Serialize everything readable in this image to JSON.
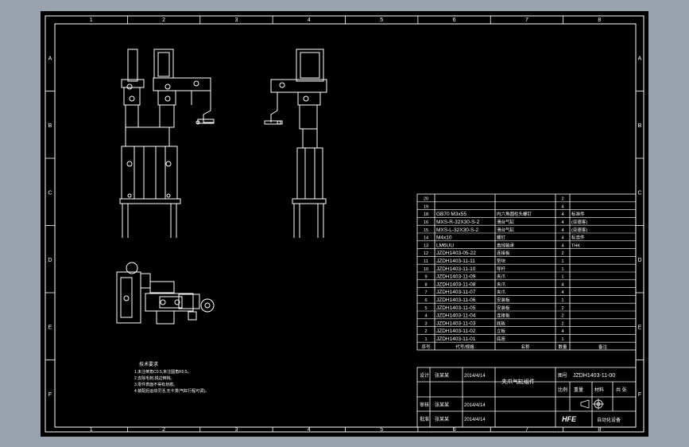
{
  "frame": {
    "columns": [
      "1",
      "2",
      "3",
      "4",
      "5",
      "6",
      "7",
      "8"
    ],
    "rows": [
      "A",
      "B",
      "C",
      "D",
      "E",
      "F"
    ]
  },
  "bom": {
    "rows": [
      {
        "no": "20",
        "code": "",
        "name": "",
        "qty": "2",
        "note": ""
      },
      {
        "no": "19",
        "code": "",
        "name": "",
        "qty": "4",
        "note": ""
      },
      {
        "no": "18",
        "code": "GB70 M3x55",
        "name": "内六角圆柱头螺钉",
        "qty": "4",
        "note": "标准件"
      },
      {
        "no": "16",
        "code": "MXS-R-32X30-S-2",
        "name": "滑台气缸",
        "qty": "4",
        "note": "(亚德客)"
      },
      {
        "no": "15",
        "code": "MXS-L-32X30-S-2",
        "name": "滑台气缸",
        "qty": "4",
        "note": "(亚德客)"
      },
      {
        "no": "14",
        "code": "M4x10",
        "name": "螺钉",
        "qty": "4",
        "note": "标准件"
      },
      {
        "no": "13",
        "code": "LM6UU",
        "name": "直线轴承",
        "qty": "4",
        "note": "THK"
      },
      {
        "no": "12",
        "code": "JZDH1403-05-22",
        "name": "连接板",
        "qty": "2",
        "note": ""
      },
      {
        "no": "11",
        "code": "JZDH1403-11-11",
        "name": "垫块",
        "qty": "1",
        "note": ""
      },
      {
        "no": "10",
        "code": "JZDH1403-11-10",
        "name": "导杆",
        "qty": "1",
        "note": ""
      },
      {
        "no": "9",
        "code": "JZDH1403-11-09",
        "name": "夹爪",
        "qty": "1",
        "note": ""
      },
      {
        "no": "8",
        "code": "JZDH1403-11-08",
        "name": "夹爪",
        "qty": "4",
        "note": ""
      },
      {
        "no": "7",
        "code": "JZDH1403-11-07",
        "name": "夹爪",
        "qty": "4",
        "note": ""
      },
      {
        "no": "6",
        "code": "JZDH1403-11-06",
        "name": "安装板",
        "qty": "1",
        "note": ""
      },
      {
        "no": "5",
        "code": "JZDH1403-11-05",
        "name": "安装板",
        "qty": "2",
        "note": ""
      },
      {
        "no": "4",
        "code": "JZDH1403-11-04",
        "name": "连接板",
        "qty": "2",
        "note": ""
      },
      {
        "no": "3",
        "code": "JZDH1403-11-03",
        "name": "底板",
        "qty": "2",
        "note": ""
      },
      {
        "no": "2",
        "code": "JZDH1403-11-02",
        "name": "立板",
        "qty": "4",
        "note": ""
      },
      {
        "no": "1",
        "code": "JZDH1403-11-01",
        "name": "底座",
        "qty": "1",
        "note": ""
      }
    ],
    "header": {
      "no": "序号",
      "code": "代号/规格",
      "name": "名称",
      "qty": "数量",
      "note": "备注"
    }
  },
  "title_block": {
    "designer_label": "设计",
    "designer_name": "张某某",
    "design_date": "2014/4/14",
    "checker_label": "审核",
    "checker_name": "张某某",
    "check_date": "2014/4/14",
    "approver_label": "批准",
    "approver_name": "张某某",
    "approve_date": "2014/4/14",
    "part_name": "夹爪气缸组件",
    "drawing_no_label": "图号",
    "drawing_no": "JZDH1403-11-00",
    "scale_label": "比例",
    "sheet_label": "共 张",
    "weight_label": "重量",
    "material_label": "材料",
    "company": "HFE",
    "company_sub": "自动化设备"
  },
  "notes": {
    "title": "技术要求",
    "lines": [
      "1.未注倒角C0.5,未注圆角R0.5。",
      "2.去除毛刺,锐边倒钝。",
      "3.零件表面不得有划痕。",
      "4.装配后运动灵活,无卡滞(气缸行程可调)。"
    ]
  },
  "colors": {
    "sheet_bg": "#000000",
    "frame": "#ffffff",
    "ink": "#ffffff",
    "page_bg": "#9aa3ad"
  }
}
